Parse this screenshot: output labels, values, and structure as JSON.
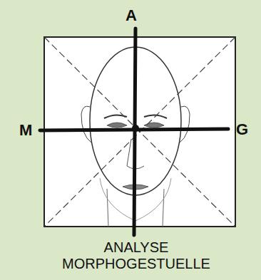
{
  "diagram": {
    "caption": "ANALYSE MORPHOGESTUELLE",
    "labels": [
      "A",
      "M",
      "G"
    ]
  }
}
